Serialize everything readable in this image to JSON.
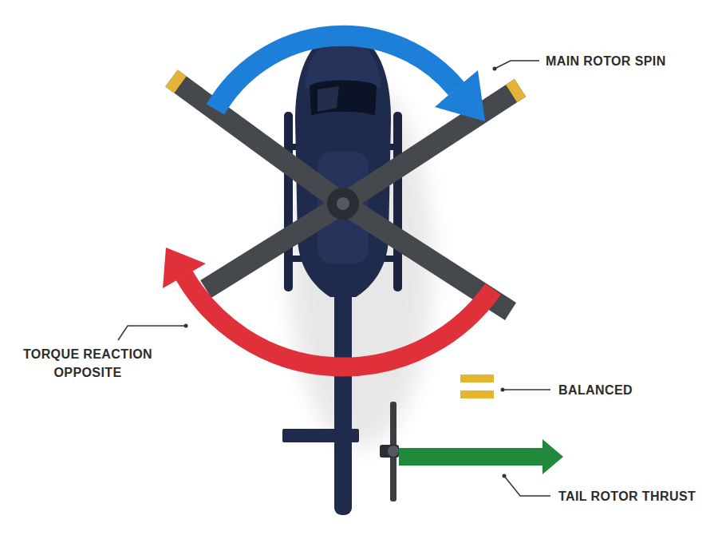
{
  "diagram": {
    "labels": [
      "MAIN ROTOR SPIN",
      "TORQUE REACTION OPPOSITE",
      "BALANCED",
      "TAIL ROTOR THRUST"
    ]
  }
}
